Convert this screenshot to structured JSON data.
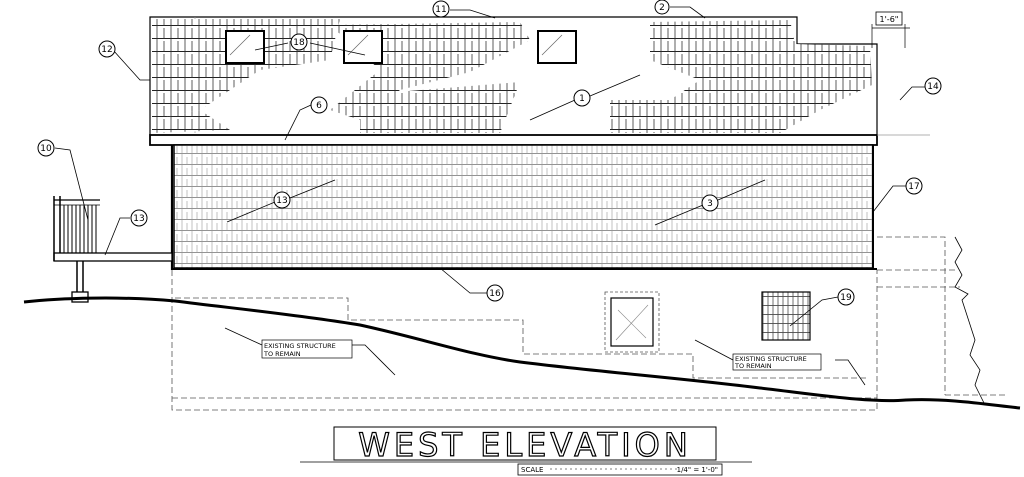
{
  "drawing": {
    "title": "WEST ELEVATION",
    "scale_label": "SCALE",
    "scale_value": "1/4\" = 1'-0\"",
    "dimension": "1'-6\"",
    "notes": {
      "existing_left_line1": "EXISTING STRUCTURE",
      "existing_left_line2": "TO REMAIN",
      "existing_right_line1": "EXISTING STRUCTURE",
      "existing_right_line2": "TO REMAIN"
    },
    "callouts": {
      "c11": "11",
      "c2": "2",
      "c12": "12",
      "c18": "18",
      "c14": "14",
      "c1": "1",
      "c6": "6",
      "c10": "10",
      "c13a": "13",
      "c13b": "13",
      "c3": "3",
      "c17": "17",
      "c16": "16",
      "c19": "19"
    }
  }
}
